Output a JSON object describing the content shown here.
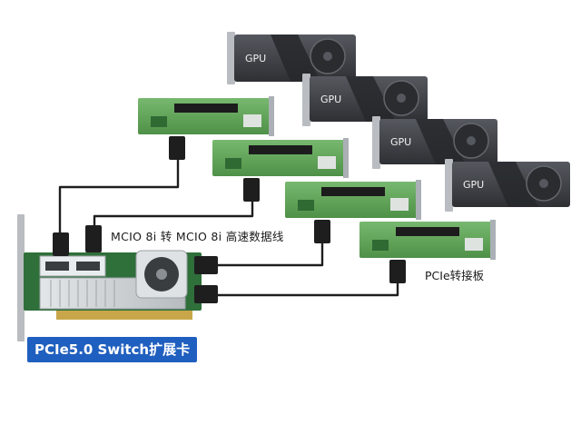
{
  "labels": {
    "gpu": "GPU",
    "cable": "MCIO 8i 转 MCIO 8i 高速数据线",
    "riser": "PCIe转接板",
    "card": "PCIe5.0 Switch扩展卡"
  },
  "gpu_count": 4,
  "riser_count": 4,
  "colors": {
    "gpu_body": "#3f4247",
    "gpu_body_dark": "#2a2c30",
    "gpu_bracket": "#b9bcc0",
    "pcb": "#5fa55a",
    "pcb_dark": "#3f7f3d",
    "cable": "#1e1e1e",
    "card_pcb": "#2f6f3a",
    "heatsink": "#cfd3d6",
    "gold_finger": "#c9a64a",
    "title_bg": "#1f5fbf"
  }
}
